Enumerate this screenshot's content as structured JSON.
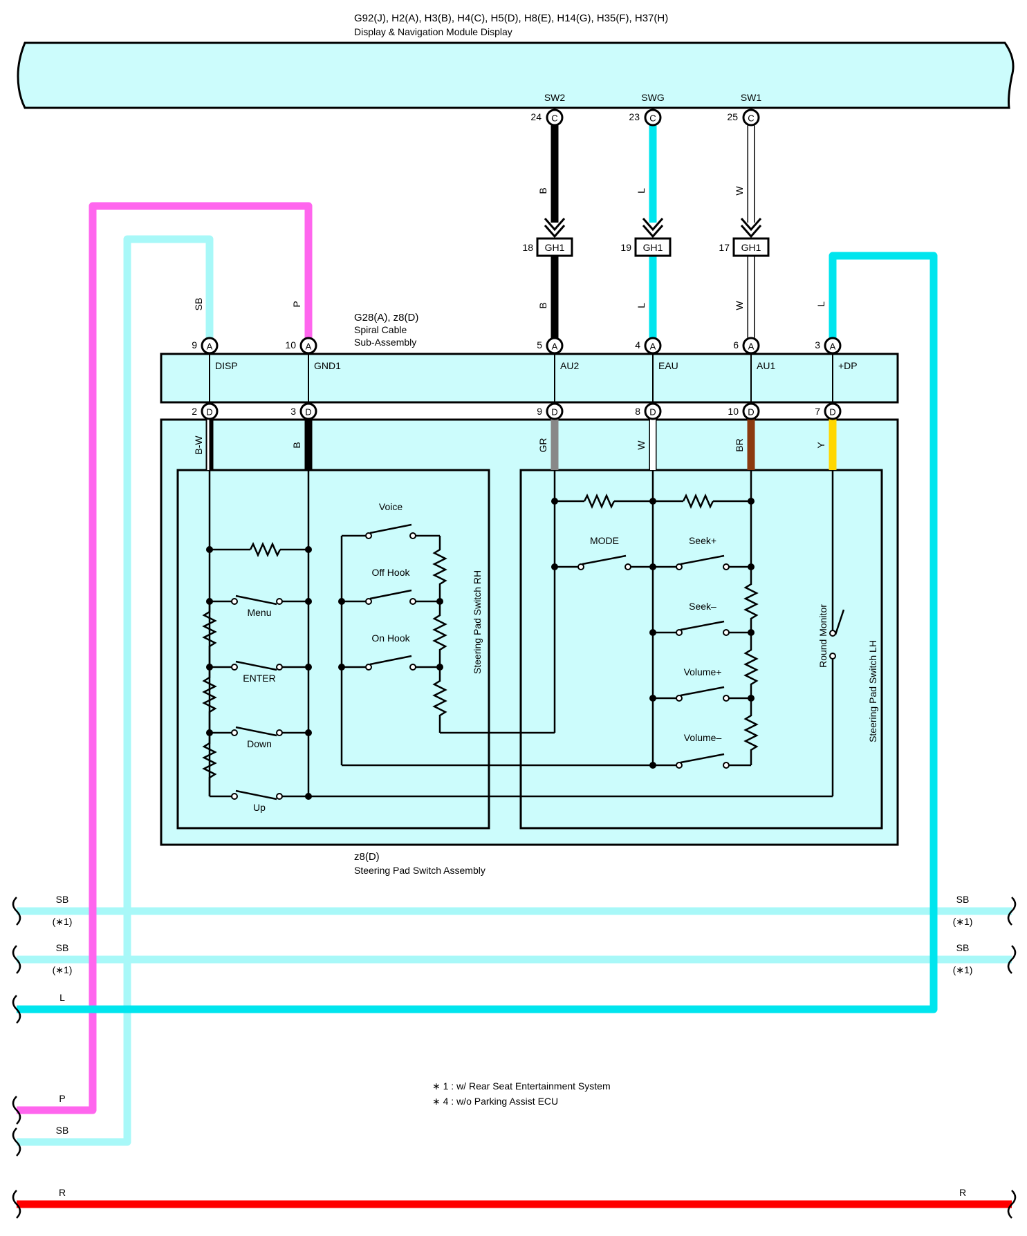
{
  "module": {
    "connectors": "G92(J), H2(A), H3(B), H4(C), H5(D), H8(E), H14(G), H35(F), H37(H)",
    "name": "Display & Navigation Module Display",
    "pins": [
      {
        "num": "24",
        "letter": "C",
        "signal": "SW2"
      },
      {
        "num": "23",
        "letter": "C",
        "signal": "SWG"
      },
      {
        "num": "25",
        "letter": "C",
        "signal": "SW1"
      }
    ]
  },
  "upper_wires": [
    {
      "color_code": "B",
      "hex": "#000000"
    },
    {
      "color_code": "L",
      "hex": "#00e5ee"
    },
    {
      "color_code": "W",
      "hex": "#ffffff"
    }
  ],
  "junction": {
    "name": "GH1",
    "pins": [
      "18",
      "19",
      "17"
    ]
  },
  "lower_wires": [
    {
      "color_code": "B"
    },
    {
      "color_code": "L"
    },
    {
      "color_code": "W"
    }
  ],
  "spiral_cable": {
    "connectors": "G28(A), z8(D)",
    "name_line1": "Spiral Cable",
    "name_line2": "Sub-Assembly",
    "top_pins": [
      {
        "num": "9",
        "letter": "A",
        "signal": "DISP"
      },
      {
        "num": "10",
        "letter": "A",
        "signal": "GND1"
      },
      {
        "num": "5",
        "letter": "A",
        "signal": "AU2"
      },
      {
        "num": "4",
        "letter": "A",
        "signal": "EAU"
      },
      {
        "num": "6",
        "letter": "A",
        "signal": "AU1"
      },
      {
        "num": "3",
        "letter": "A",
        "signal": "+DP"
      }
    ],
    "bottom_pins": [
      {
        "num": "2",
        "letter": "D"
      },
      {
        "num": "3",
        "letter": "D"
      },
      {
        "num": "9",
        "letter": "D"
      },
      {
        "num": "8",
        "letter": "D"
      },
      {
        "num": "10",
        "letter": "D"
      },
      {
        "num": "7",
        "letter": "D"
      }
    ]
  },
  "left_wire_labels": {
    "sb": "SB",
    "p": "P",
    "l": "L"
  },
  "switch_wires": [
    {
      "color_code": "B-W",
      "hex": "#000000"
    },
    {
      "color_code": "B",
      "hex": "#000000"
    },
    {
      "color_code": "GR",
      "hex": "#888888"
    },
    {
      "color_code": "W",
      "hex": "#ffffff"
    },
    {
      "color_code": "BR",
      "hex": "#8b3a0f"
    },
    {
      "color_code": "Y",
      "hex": "#ffd700"
    }
  ],
  "steering_pad_rh": {
    "title": "Steering Pad Switch RH",
    "switches": [
      "Menu",
      "ENTER",
      "Down",
      "Up"
    ],
    "phone_switches": [
      "Voice",
      "Off Hook",
      "On Hook"
    ]
  },
  "steering_pad_lh": {
    "title": "Steering Pad Switch LH",
    "switches": [
      "MODE",
      "Seek+",
      "Seek–",
      "Volume+",
      "Volume–"
    ],
    "round_monitor": "Round Monitor"
  },
  "assembly": {
    "connector": "z8(D)",
    "name": "Steering Pad Switch Assembly"
  },
  "bus_lines": [
    {
      "label": "SB",
      "note": "(∗1)",
      "hex": "#a8f8f8"
    },
    {
      "label": "SB",
      "note": "(∗1)",
      "hex": "#a8f8f8"
    },
    {
      "label": "L",
      "note": "",
      "hex": "#00e5ee"
    },
    {
      "label": "P",
      "note": "",
      "hex": "#ff66ee"
    },
    {
      "label": "SB",
      "note": "",
      "hex": "#a8f8f8"
    },
    {
      "label": "R",
      "note": "",
      "hex": "#ff0000"
    }
  ],
  "notes": [
    "∗ 1 : w/ Rear Seat Entertainment System",
    "∗ 4 : w/o Parking Assist ECU"
  ],
  "colors": {
    "box_fill": "#ccfcfc",
    "sb": "#a8f8f8",
    "l": "#00e5ee",
    "p": "#ff66ee",
    "r": "#ff0000"
  }
}
